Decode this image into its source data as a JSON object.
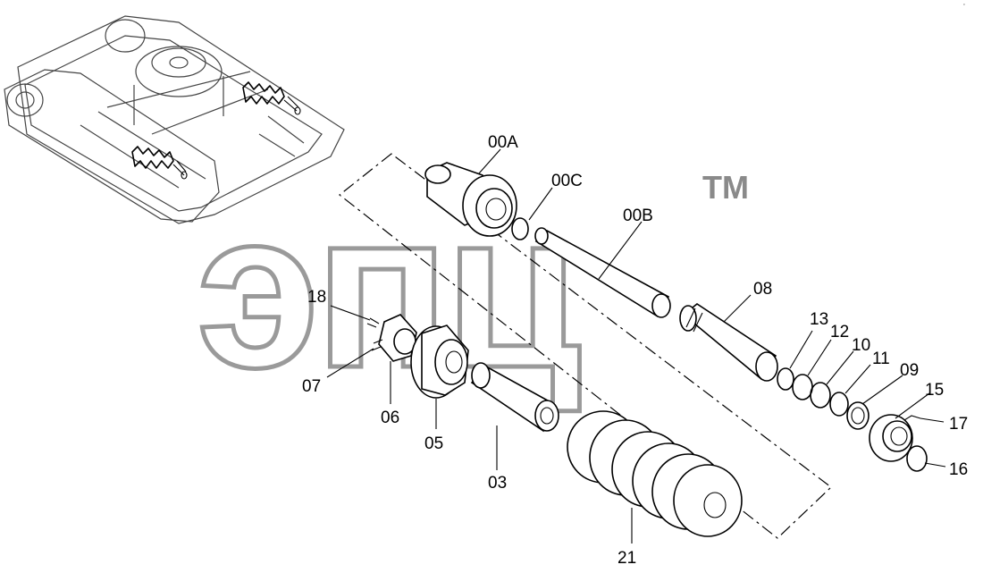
{
  "watermark": {
    "text": "эпц",
    "trademark": "TM"
  },
  "corner_mark": "ﾟ",
  "callouts": [
    {
      "id": "00A",
      "label": "00A"
    },
    {
      "id": "00C",
      "label": "00C"
    },
    {
      "id": "00B",
      "label": "00B"
    },
    {
      "id": "08",
      "label": "08"
    },
    {
      "id": "18",
      "label": "18"
    },
    {
      "id": "07",
      "label": "07"
    },
    {
      "id": "06",
      "label": "06"
    },
    {
      "id": "05",
      "label": "05"
    },
    {
      "id": "03",
      "label": "03"
    },
    {
      "id": "21",
      "label": "21"
    },
    {
      "id": "13",
      "label": "13"
    },
    {
      "id": "12",
      "label": "12"
    },
    {
      "id": "10",
      "label": "10"
    },
    {
      "id": "11",
      "label": "11"
    },
    {
      "id": "09",
      "label": "09"
    },
    {
      "id": "15",
      "label": "15"
    },
    {
      "id": "17",
      "label": "17"
    },
    {
      "id": "16",
      "label": "16"
    }
  ]
}
